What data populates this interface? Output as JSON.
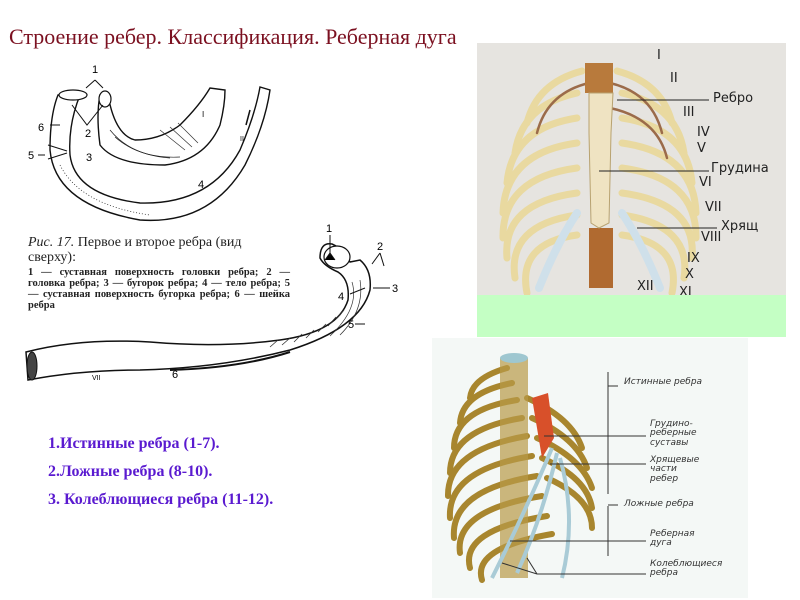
{
  "slide": {
    "title": "Строение  ребер. Классификация. Реберная дуга",
    "colors": {
      "title": "#7b1020",
      "list": "#5a1ad0",
      "green_band": "#c4ffc4"
    }
  },
  "figure_17": {
    "caption_prefix": "Рис. 17.",
    "caption_title": " Первое и второе ребра (вид сверху):",
    "caption_body": "1 — суставная поверхность головки ребра; 2 — головка ребра; 3 — бугорок ребра; 4 — тело ребра; 5 — суставная поверхность бугорка ребра; 6 — шейка ребра",
    "top_drawing_labels": {
      "l1": "1",
      "l2": "2",
      "l3": "3",
      "l4": "4",
      "l5": "5",
      "l6": "6",
      "rib_i": "I",
      "rib_ii": "II"
    },
    "bottom_drawing_labels": {
      "l1": "1",
      "l2": "2",
      "l3": "3",
      "l4": "4",
      "l5": "5",
      "l6": "6",
      "rib_vii": "VII"
    }
  },
  "classification": {
    "items": [
      "1.Истинные ребра (1-7).",
      "2.Ложные ребра (8-10).",
      "3. Колеблющиеся ребра (11-12)."
    ]
  },
  "rib_cage_front": {
    "numerals": [
      "I",
      "II",
      "III",
      "IV",
      "V",
      "VI",
      "VII",
      "VIII",
      "IX",
      "X",
      "XI",
      "XII"
    ],
    "labels": {
      "rib": "Ребро",
      "sternum": "Грудина",
      "cartilage": "Хрящ"
    }
  },
  "rib_cage_side": {
    "labels": {
      "true_ribs": "Истинные ребра",
      "sternocostal_joints": "Грудино-\nреберные\nсуставы",
      "cartilage_parts": "Хрящевые\nчасти\nребер",
      "false_ribs": "Ложные ребра",
      "costal_arch": "Реберная\nдуга",
      "floating_ribs": "Колеблющиеся\nребра"
    }
  }
}
